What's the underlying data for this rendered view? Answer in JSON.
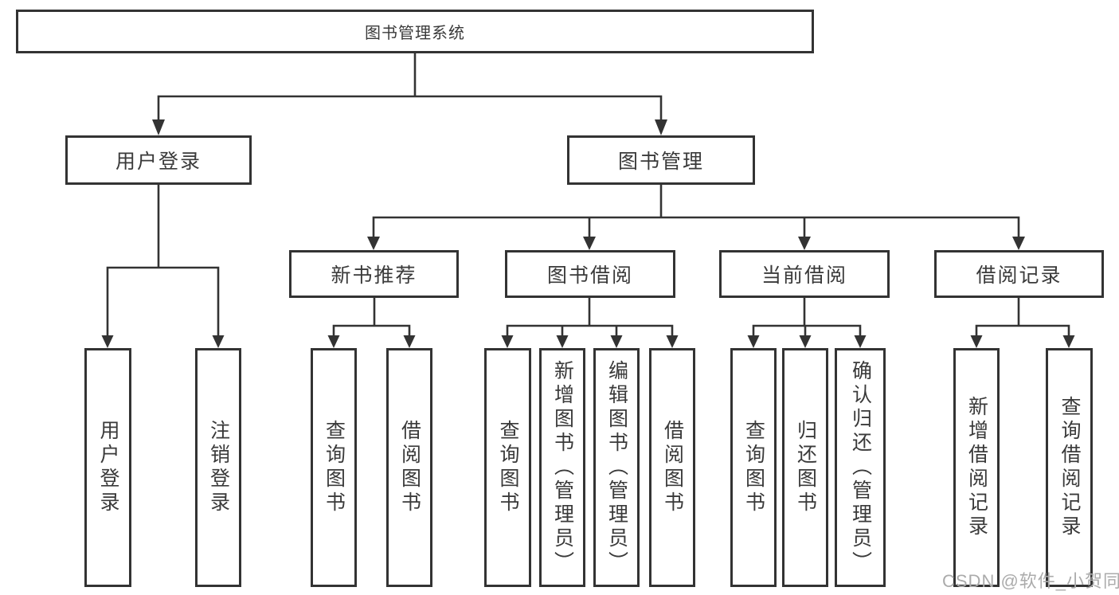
{
  "diagram": {
    "root": {
      "label": "图书管理系统"
    },
    "branches": {
      "user_login": {
        "label": "用户登录",
        "children": {
          "login": "用户登录",
          "logout": "注销登录"
        }
      },
      "book_mgmt": {
        "label": "图书管理",
        "sections": {
          "new_book": {
            "label": "新书推荐",
            "children": {
              "query": "查询图书",
              "borrow": "借阅图书"
            }
          },
          "borrowing": {
            "label": "图书借阅",
            "children": {
              "query": "查询图书",
              "add": "新增图书（管理员）",
              "edit": "编辑图书（管理员）",
              "borrow": "借阅图书"
            }
          },
          "current": {
            "label": "当前借阅",
            "children": {
              "query": "查询图书",
              "return": "归还图书",
              "confirm": "确认归还（管理员）"
            }
          },
          "records": {
            "label": "借阅记录",
            "children": {
              "add": "新增借阅记录",
              "query": "查询借阅记录"
            }
          }
        }
      }
    }
  },
  "watermark": {
    "text": "CSDN @软件_小贺同学"
  },
  "colors": {
    "line": "#333333",
    "box_border": "#333333",
    "text": "#3a3a3a",
    "background": "#ffffff",
    "watermark": "#ababab"
  }
}
